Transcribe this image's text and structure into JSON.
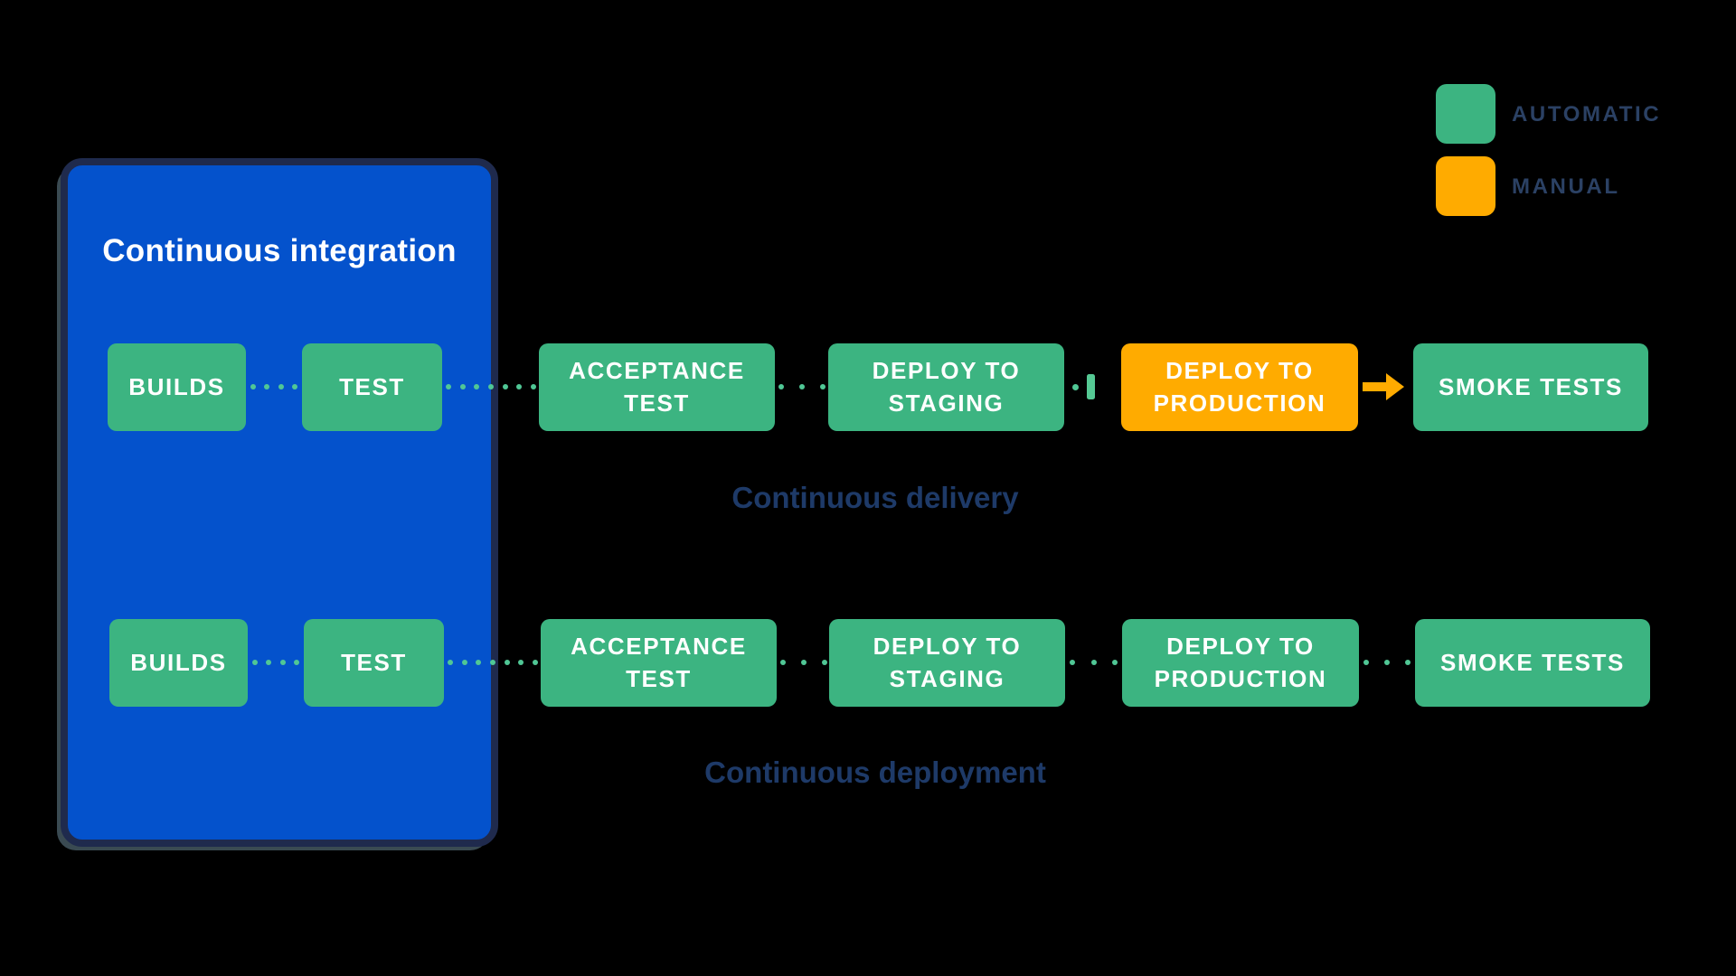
{
  "colors": {
    "background": "#000000",
    "ci_container_fill": "#0452CC",
    "ci_container_border": "#1F2A4D",
    "automatic": "#3CB481",
    "manual": "#FFAB00",
    "connector_dots": "#50C795",
    "stage_text": "#FFFFFF",
    "row_label_text": "#1E3A68",
    "legend_text": "#2B4164"
  },
  "ci_container": {
    "title": "Continuous integration"
  },
  "legend": {
    "items": [
      {
        "label": "AUTOMATIC",
        "type": "automatic",
        "color": "#3CB481"
      },
      {
        "label": "MANUAL",
        "type": "manual",
        "color": "#FFAB00"
      }
    ]
  },
  "rows": [
    {
      "label": "Continuous delivery",
      "stages": [
        {
          "label": "BUILDS",
          "type": "automatic"
        },
        {
          "label": "TEST",
          "type": "automatic"
        },
        {
          "label": "ACCEPTANCE TEST",
          "type": "automatic"
        },
        {
          "label": "DEPLOY TO STAGING",
          "type": "automatic"
        },
        {
          "label": "DEPLOY TO PRODUCTION",
          "type": "manual"
        },
        {
          "label": "SMOKE TESTS",
          "type": "automatic"
        }
      ],
      "connectors": [
        "dots",
        "dots",
        "dots",
        "dot-and-gate",
        "manual-arrow"
      ]
    },
    {
      "label": "Continuous deployment",
      "stages": [
        {
          "label": "BUILDS",
          "type": "automatic"
        },
        {
          "label": "TEST",
          "type": "automatic"
        },
        {
          "label": "ACCEPTANCE TEST",
          "type": "automatic"
        },
        {
          "label": "DEPLOY TO STAGING",
          "type": "automatic"
        },
        {
          "label": "DEPLOY TO PRODUCTION",
          "type": "automatic"
        },
        {
          "label": "SMOKE TESTS",
          "type": "automatic"
        }
      ],
      "connectors": [
        "dots",
        "dots",
        "dots",
        "dots",
        "dots"
      ]
    }
  ]
}
